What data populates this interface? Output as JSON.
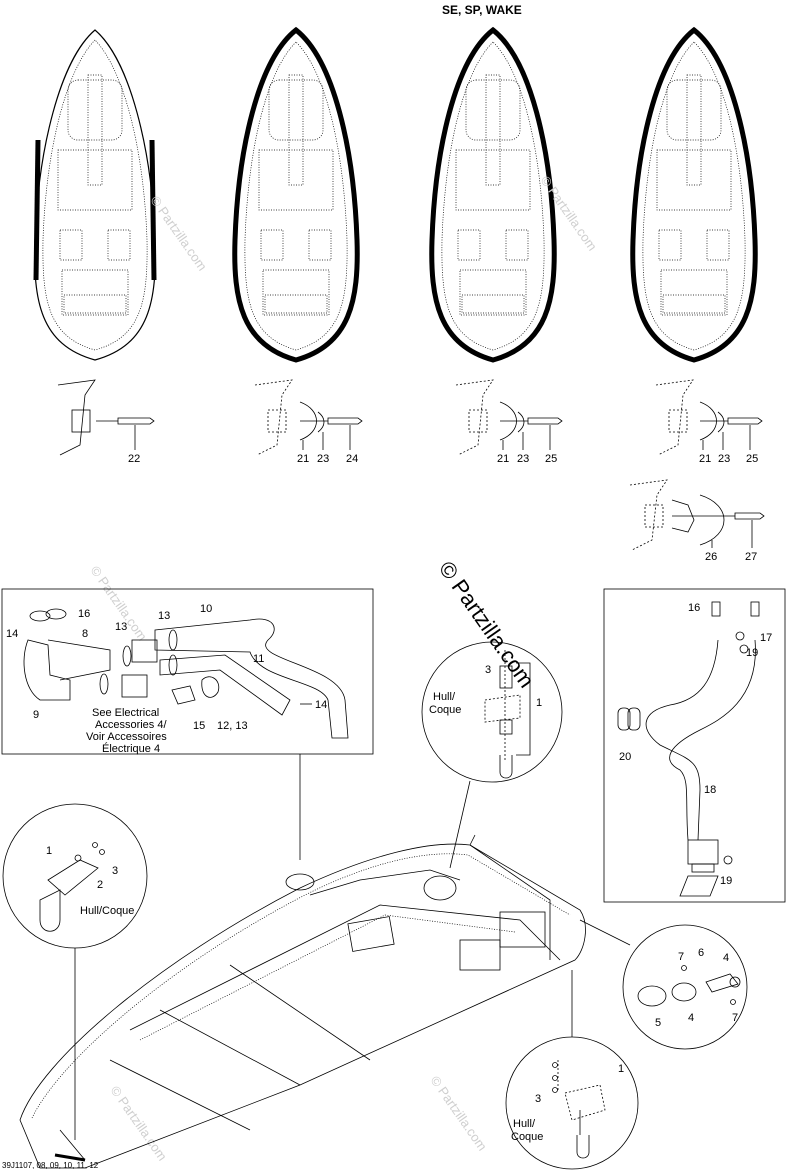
{
  "header": {
    "model_label": "SE, SP, WAKE"
  },
  "watermark": {
    "text": "© Partzilla.com"
  },
  "drawing_code": "39J1107, 08, 09, 10, 11, 12",
  "fastener_callouts": {
    "set1": [
      "22"
    ],
    "set2": [
      "21",
      "23",
      "24"
    ],
    "set3": [
      "21",
      "23",
      "25"
    ],
    "set4": [
      "21",
      "23",
      "25"
    ],
    "set5": [
      "26",
      "27"
    ]
  },
  "vent_box": {
    "callouts": [
      "16",
      "14",
      "13",
      "8",
      "13",
      "10",
      "11",
      "9",
      "14",
      "15",
      "12, 13"
    ],
    "note_lines": [
      "See Electrical",
      "Accessories 4/",
      "Voir Accessoires",
      "Électrique 4"
    ]
  },
  "bilge_box": {
    "callouts": [
      "16",
      "17",
      "19",
      "20",
      "18",
      "19"
    ]
  },
  "detail_top": {
    "callouts": [
      "3",
      "1"
    ],
    "hull_label": "Hull/\nCoque",
    "hull_lines": [
      "Hull/",
      "Coque"
    ]
  },
  "detail_left": {
    "callouts": [
      "1",
      "3",
      "2"
    ],
    "hull_label": "Hull/Coque"
  },
  "detail_right": {
    "callouts": [
      "7",
      "6",
      "4",
      "5",
      "4",
      "7"
    ]
  },
  "detail_bottom": {
    "callouts": [
      "3",
      "1"
    ],
    "hull_lines": [
      "Hull/",
      "Coque"
    ]
  }
}
